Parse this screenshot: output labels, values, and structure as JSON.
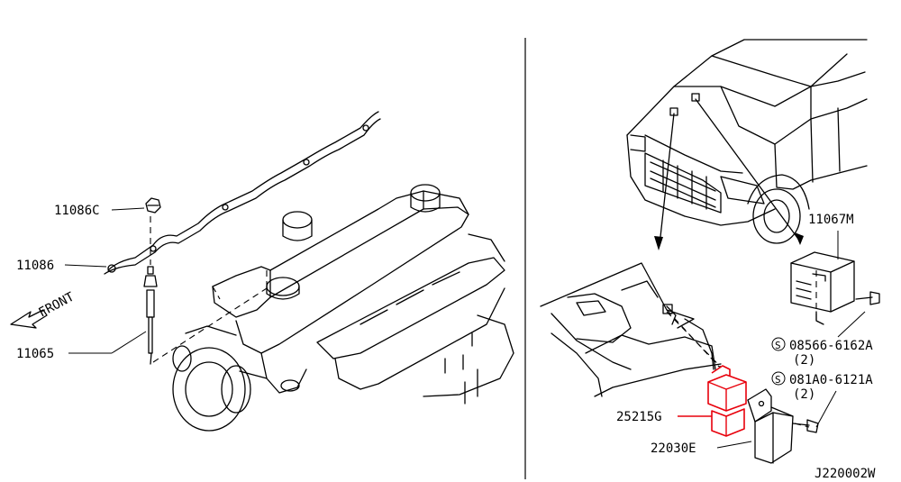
{
  "parts": [
    {
      "id": "p1",
      "number": "11086C"
    },
    {
      "id": "p2",
      "number": "11086"
    },
    {
      "id": "p3",
      "number": "11065"
    },
    {
      "id": "p4",
      "number": "11067M"
    },
    {
      "id": "p5",
      "number": "08566-6162A",
      "qty": "(2)",
      "symbol": "S"
    },
    {
      "id": "p6",
      "number": "081A0-6121A",
      "qty": "(2)",
      "symbol": "S"
    },
    {
      "id": "p7",
      "number": "25215G",
      "highlighted": true
    },
    {
      "id": "p8",
      "number": "22030E"
    }
  ],
  "front_label": "FRONT",
  "diagram_code": "J220002W",
  "colors": {
    "line": "#000000",
    "highlight": "#e8000b",
    "background": "#ffffff"
  }
}
